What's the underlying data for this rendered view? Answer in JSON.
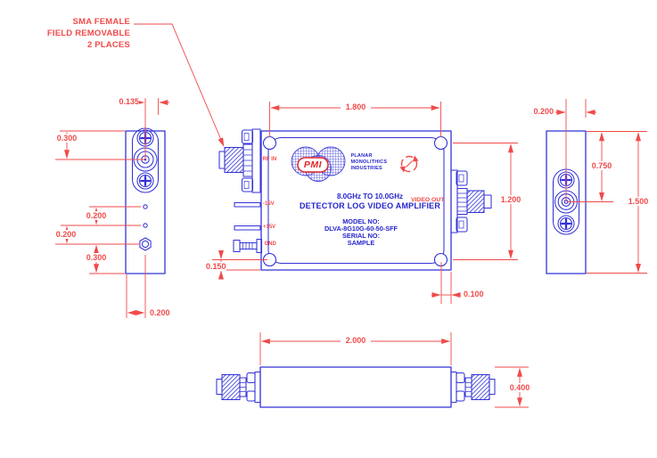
{
  "callout": {
    "line1": "SMA FEMALE",
    "line2": "FIELD REMOVABLE",
    "line3": "2 PLACES"
  },
  "front_view": {
    "rf_in_label": "RF IN",
    "video_out_label": "VIDEO OUT",
    "neg_supply_label": "-15V",
    "pos_supply_label": "+15V",
    "gnd_label": "GND",
    "logo_text": "PMI",
    "company": [
      "PLANAR",
      "MONOLITHICS",
      "INDUSTRIES"
    ],
    "freq_range": "8.0GHz TO 10.0GHz",
    "product_name": "DETECTOR LOG VIDEO AMPLIFIER",
    "model_label": "MODEL NO:",
    "model_number": "DLVA-8G10G-60-50-SFF",
    "serial_label": "SERIAL NO:",
    "serial_value": "SAMPLE",
    "dims": {
      "hole_span_width": "1.800",
      "hole_span_height": "1.200",
      "hole_offset_bottom_left": "0.150",
      "hole_offset_bottom_right": "0.100"
    }
  },
  "left_view": {
    "dims": {
      "connector_center_offset": "0.135",
      "top_to_connector": "0.300",
      "pin_spacing": "0.200",
      "pin_to_gnd": "0.200",
      "gnd_to_bottom": "0.300",
      "gnd_from_edge": "0.200"
    }
  },
  "right_view": {
    "dims": {
      "center_offset": "0.200",
      "top_to_connector": "0.750",
      "body_height": "1.500"
    }
  },
  "bottom_view": {
    "dims": {
      "body_length": "2.000",
      "body_thickness": "0.400"
    }
  },
  "colors": {
    "drawing_blue": "#3232d8",
    "dimension_red": "#f04a4a",
    "logo_red": "#e02828",
    "text_blue": "#2525cc"
  }
}
